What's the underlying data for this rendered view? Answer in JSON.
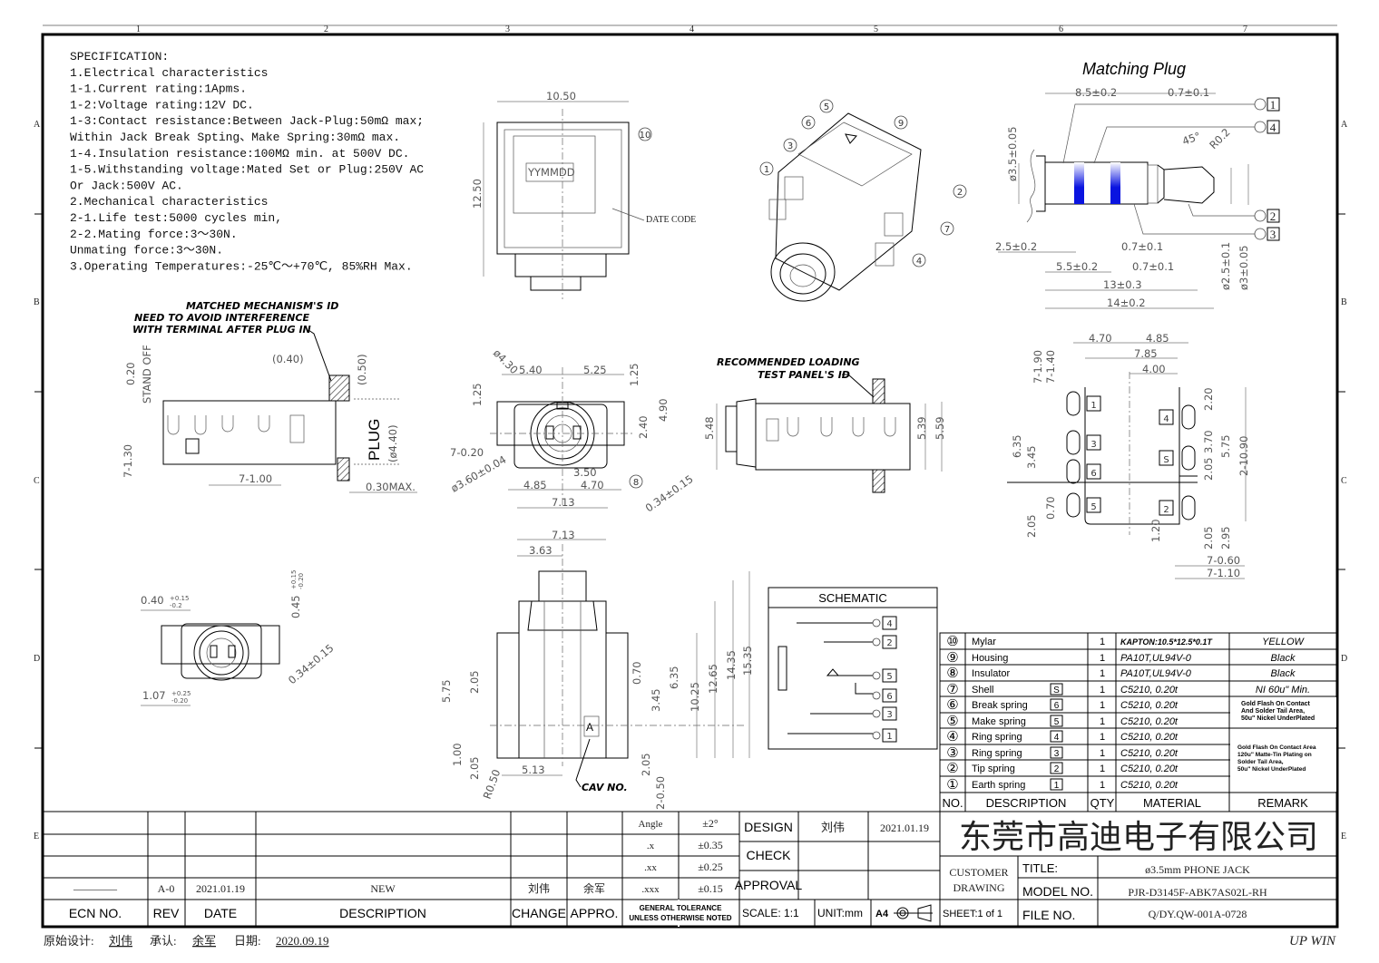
{
  "zones": {
    "columns": [
      "1",
      "2",
      "3",
      "4",
      "5",
      "6",
      "7"
    ],
    "rows": [
      "A",
      "B",
      "C",
      "D",
      "E"
    ],
    "corner_label": "UP WIN"
  },
  "spec": {
    "lines": [
      "SPECIFICATION:",
      "1.Electrical characteristics",
      "  1-1.Current rating:1Apms.",
      "  1-2:Voltage rating:12V DC.",
      "  1-3:Contact resistance:Between Jack-Plug:50mΩ max;",
      "     Within Jack Break Spting、Make Spring:30mΩ max.",
      "  1-4.Insulation resistance:100MΩ min. at 500V DC.",
      "  1-5.Withstanding voltage:Mated Set or Plug:250V AC",
      "                           Or Jack:500V AC.",
      "2.Mechanical characteristics",
      "  2-1.Life test:5000 cycles min,",
      "  2-2.Mating force:3～30N.",
      "     Unmating force:3～30N.",
      "3.Operating Temperatures:-25℃～+70℃, 85%RH Max."
    ]
  },
  "top_view": {
    "width": "10.50",
    "height": "12.50",
    "date_mark": "YYMMDD",
    "date_code_label": "DATE CODE",
    "balloon": "10"
  },
  "iso_view": {
    "balloons": [
      "5",
      "6",
      "9",
      "3",
      "1",
      "2",
      "7",
      "4"
    ]
  },
  "matching_plug": {
    "title": "Matching Plug",
    "dims": [
      "8.5±0.2",
      "0.7±0.1",
      "ø3.5±0.05",
      "45°",
      "R0.2",
      "2.5±0.2",
      "0.7±0.1",
      "5.5±0.2",
      "0.7±0.1",
      "13±0.3",
      "14±0.2",
      "ø2.5±0.1",
      "ø3±0.05"
    ],
    "terminals": [
      "1",
      "4",
      "2",
      "3"
    ],
    "band_color": "#0a14e0"
  },
  "side_view": {
    "note": [
      "MATCHED MECHANISM'S ID",
      "NEED TO AVOID INTERFERENCE",
      "WITH TERMINAL AFTER PLUG IN"
    ],
    "dims": [
      "(0.40)",
      "0.20",
      "STAND OFF",
      "(0.50)",
      "PLUG",
      "(ø4.40)",
      "7-1.30",
      "7-1.00",
      "0.30MAX."
    ]
  },
  "front_view": {
    "dims": [
      "ø4.30",
      "5.40",
      "5.25",
      "1.25",
      "1.25",
      "4.90",
      "2.40",
      "7-0.20",
      "ø3.60±0.04",
      "3.50",
      "4.85",
      "4.70",
      "7.13",
      "0.34±0.15"
    ],
    "balloon": "8"
  },
  "panel_view": {
    "note": [
      "RECOMMENDED LOADING",
      "TEST PANEL'S ID"
    ],
    "dims": [
      "5.48",
      "5.39",
      "5.59"
    ]
  },
  "footprint": {
    "dims": [
      "4.70",
      "4.85",
      "7.85",
      "4.00",
      "7-1.90",
      "7-1.40",
      "6.35",
      "3.45",
      "0.70",
      "2.05",
      "2.20",
      "3.70",
      "5.75",
      "2-10.90",
      "2.05",
      "1.20",
      "2.05",
      "2.95",
      "7-0.60",
      "7-1.10"
    ],
    "pins": [
      "1",
      "3",
      "6",
      "5",
      "4",
      "S",
      "2"
    ]
  },
  "small_front": {
    "dims": [
      {
        "v": "0.40",
        "tol_up": "+0.15",
        "tol_dn": "-0.2"
      },
      {
        "v": "0.45",
        "tol_up": "+0.15",
        "tol_dn": "-0.20"
      },
      {
        "v": "0.34±0.15",
        "tol_up": "",
        "tol_dn": ""
      },
      {
        "v": "1.07",
        "tol_up": "+0.25",
        "tol_dn": "-0.20"
      }
    ]
  },
  "bottom_view": {
    "dims": [
      "7.13",
      "3.63",
      "5.75",
      "2.05",
      "1.00",
      "2.05",
      "R0.50",
      "5.13",
      "0.70",
      "6.35",
      "3.45",
      "10.25",
      "12.65",
      "14.35",
      "15.35",
      "2.05",
      "2-0.50"
    ],
    "cav_label": "CAV NO.",
    "cav_mark": "A"
  },
  "schematic": {
    "title": "SCHEMATIC",
    "pins": [
      "4",
      "2",
      "5",
      "6",
      "3",
      "1"
    ]
  },
  "bom": {
    "headers": [
      "NO.",
      "DESCRIPTION",
      "QTY",
      "MATERIAL",
      "REMARK"
    ],
    "rows": [
      {
        "no": "⑩",
        "desc": "Mylar",
        "tag": "",
        "qty": "1",
        "material": "KAPTON:10.5*12.5*0.1T",
        "remark": "YELLOW"
      },
      {
        "no": "⑨",
        "desc": "Housing",
        "tag": "",
        "qty": "1",
        "material": "PA10T,UL94V-0",
        "remark": "Black"
      },
      {
        "no": "⑧",
        "desc": "Insulator",
        "tag": "",
        "qty": "1",
        "material": "PA10T,UL94V-0",
        "remark": "Black"
      },
      {
        "no": "⑦",
        "desc": "Shell",
        "tag": "S",
        "qty": "1",
        "material": "C5210, 0.20t",
        "remark": "NI 60u\" Min."
      },
      {
        "no": "⑥",
        "desc": "Break spring",
        "tag": "6",
        "qty": "1",
        "material": "C5210, 0.20t",
        "remark": ""
      },
      {
        "no": "⑤",
        "desc": "Make spring",
        "tag": "5",
        "qty": "1",
        "material": "C5210, 0.20t",
        "remark": ""
      },
      {
        "no": "④",
        "desc": "Ring spring",
        "tag": "4",
        "qty": "1",
        "material": "C5210, 0.20t",
        "remark": ""
      },
      {
        "no": "③",
        "desc": "Ring spring",
        "tag": "3",
        "qty": "1",
        "material": "C5210, 0.20t",
        "remark": ""
      },
      {
        "no": "②",
        "desc": "Tip spring",
        "tag": "2",
        "qty": "1",
        "material": "C5210, 0.20t",
        "remark": ""
      },
      {
        "no": "①",
        "desc": "Earth spring",
        "tag": "1",
        "qty": "1",
        "material": "C5210, 0.20t",
        "remark": ""
      }
    ],
    "remark_group_1": [
      "Gold Flash On Contact",
      "And Solder Tail Area,",
      "50u\" Nickel UnderPlated"
    ],
    "remark_group_2": [
      "Gold Flash On Contact Area",
      "120u\" Matte-Tin Plating on",
      "Solder Tail Area,",
      "50u\" Nickel UnderPlated"
    ]
  },
  "revision": {
    "headers": [
      "ECN NO.",
      "REV",
      "DATE",
      "DESCRIPTION",
      "CHANGE",
      "APPRO."
    ],
    "rows": [
      {
        "ecn": "————",
        "rev": "A-0",
        "date": "2021.01.19",
        "desc": "NEW",
        "change": "刘伟",
        "appro": "余军"
      }
    ]
  },
  "tolerance": {
    "rows": [
      [
        "Angle",
        "±2°"
      ],
      [
        ".x",
        "±0.35"
      ],
      [
        ".xx",
        "±0.25"
      ],
      [
        ".xxx",
        "±0.15"
      ]
    ],
    "caption": [
      "GENERAL TOLERANCE",
      "UNLESS OTHERWISE NOTED"
    ]
  },
  "signoff": {
    "design_label": "DESIGN",
    "design_name": "刘伟",
    "design_date": "2021.01.19",
    "check_label": "CHECK",
    "approval_label": "APPROVAL",
    "scale": "SCALE: 1:1",
    "unit": "UNIT:mm",
    "paper": "A4"
  },
  "title_block": {
    "company": "东莞市高迪电子有限公司",
    "customer_drawing": [
      "CUSTOMER",
      "DRAWING"
    ],
    "sheet": "SHEET:1 of 1",
    "title_label": "TITLE:",
    "title": "ø3.5mm PHONE JACK",
    "model_label": "MODEL NO.",
    "model": "PJR-D3145F-ABK7AS02L-RH",
    "file_label": "FILE NO.",
    "file": "Q/DY.QW-001A-0728"
  },
  "footer": {
    "orig_design_label": "原始设计:",
    "orig_design": "刘伟",
    "approve_label": "承认:",
    "approve": "余军",
    "date_label": "日期:",
    "date": "2020.09.19"
  }
}
